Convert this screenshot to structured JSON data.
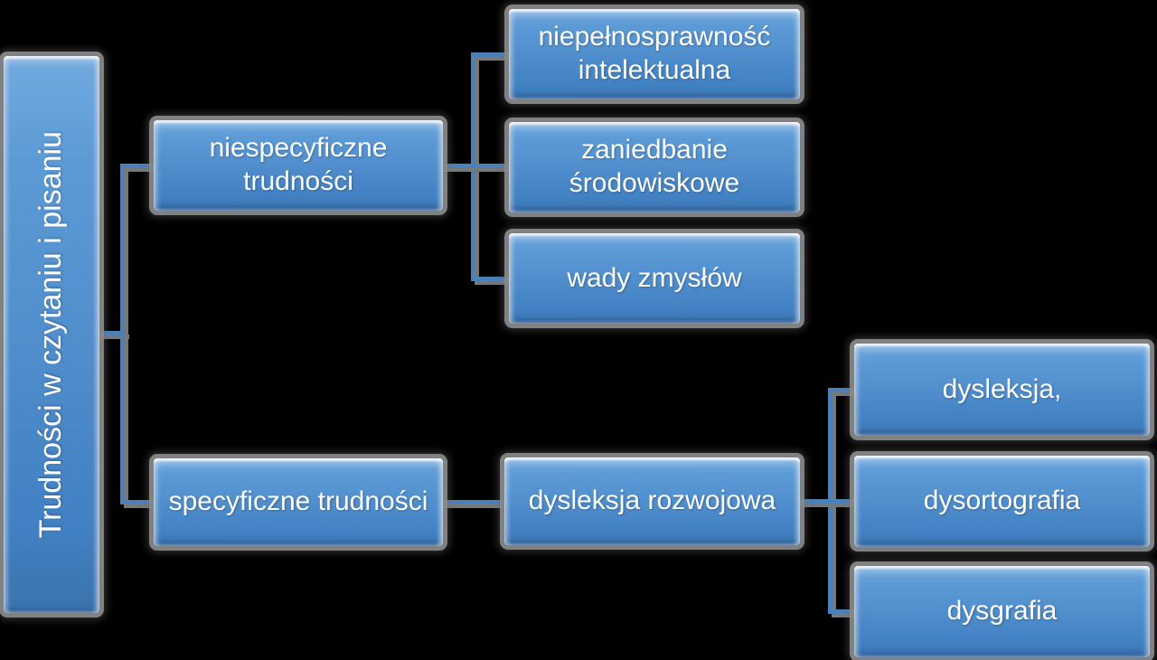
{
  "diagram": {
    "type": "hierarchy",
    "language": "pl",
    "colors": {
      "background": "#000000",
      "box_fill_top": "#72aadf",
      "box_fill_bottom": "#3a73ae",
      "box_bevel_highlight": "#b9dcf7",
      "box_outer_halo_gray": "#898989",
      "connector_blue": "#4b80b9",
      "connector_shadow_gray": "#77787a",
      "text": "#ffffff"
    }
  },
  "nodes": {
    "root": "Trudności w czytaniu i pisaniu",
    "nonspecific": "niespecyficzne trudności",
    "intellectual": "niepełnosprawność intelektualna",
    "neglect": "zaniedbanie środowiskowe",
    "senses": "wady zmysłów",
    "specific": "specyficzne trudności",
    "dyslexia_dev": "dysleksja rozwojowa",
    "dyslexia": "dysleksja,",
    "dysorthography": "dysortografia",
    "dysgraphia": "dysgrafia"
  },
  "hierarchy": {
    "root": "Trudności w czytaniu i pisaniu",
    "children": [
      {
        "label": "niespecyficzne trudności",
        "children": [
          "niepełnosprawność intelektualna",
          "zaniedbanie środowiskowe",
          "wady zmysłów"
        ]
      },
      {
        "label": "specyficzne trudności",
        "children": [
          {
            "label": "dysleksja rozwojowa",
            "children": [
              "dysleksja,",
              "dysortografia",
              "dysgrafia"
            ]
          }
        ]
      }
    ]
  }
}
